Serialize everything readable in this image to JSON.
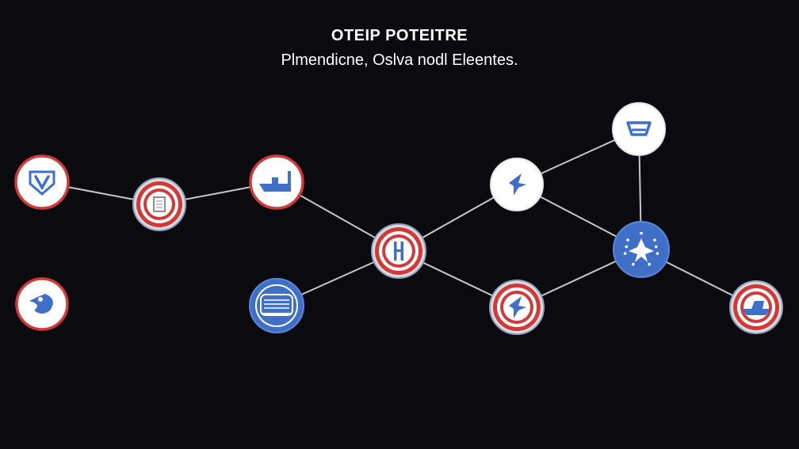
{
  "title": "OTEIP POTEITRE",
  "subtitle": "Plmendicne, Oslva nodl Eleentes.",
  "colors": {
    "background": "#0b0b0f",
    "edge": "#c8c8c8",
    "red": "#d23a3a",
    "blue": "#3f6fc6",
    "white": "#ffffff"
  },
  "nodes": [
    {
      "id": "n1",
      "style": "red-ring",
      "icon": "v-shield-icon"
    },
    {
      "id": "n2",
      "style": "red-target",
      "icon": "document-icon"
    },
    {
      "id": "n3",
      "style": "red-ring",
      "icon": "submarine-icon"
    },
    {
      "id": "n4",
      "style": "red-ring",
      "icon": "fish-icon"
    },
    {
      "id": "n5",
      "style": "blue-disc",
      "icon": "grid-icon"
    },
    {
      "id": "n6",
      "style": "red-target",
      "icon": "tower-icon"
    },
    {
      "id": "n7",
      "style": "white",
      "icon": "bird-icon"
    },
    {
      "id": "n8",
      "style": "red-target",
      "icon": "bird-icon"
    },
    {
      "id": "n9",
      "style": "white",
      "icon": "vessel-icon"
    },
    {
      "id": "n10",
      "style": "blue-disc",
      "icon": "star-burst-icon"
    },
    {
      "id": "n11",
      "style": "red-target",
      "icon": "ship-icon"
    }
  ],
  "edges": [
    [
      "n1",
      "n2"
    ],
    [
      "n2",
      "n3"
    ],
    [
      "n3",
      "n6"
    ],
    [
      "n5",
      "n6"
    ],
    [
      "n6",
      "n7"
    ],
    [
      "n6",
      "n8"
    ],
    [
      "n7",
      "n9"
    ],
    [
      "n7",
      "n10"
    ],
    [
      "n8",
      "n10"
    ],
    [
      "n9",
      "n10"
    ],
    [
      "n10",
      "n11"
    ]
  ]
}
